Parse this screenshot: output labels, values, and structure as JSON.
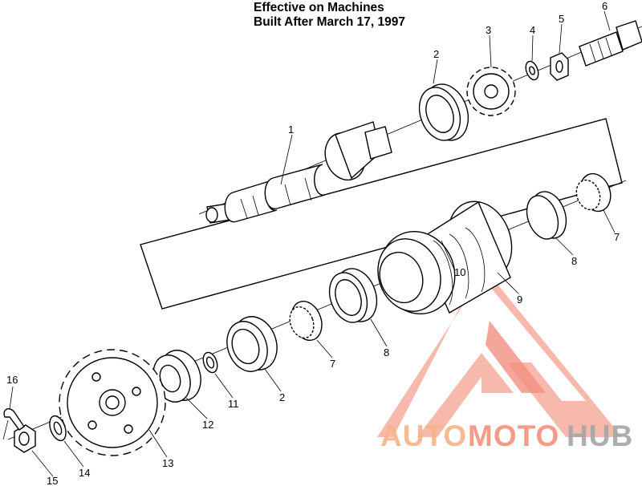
{
  "header": {
    "line1": "Effective on Machines",
    "line2": "Built After March 17, 1997"
  },
  "callouts": {
    "c1": "1",
    "c2a": "2",
    "c2b": "2",
    "c3": "3",
    "c4": "4",
    "c5": "5",
    "c6": "6",
    "c7a": "7",
    "c7b": "7",
    "c8a": "8",
    "c8b": "8",
    "c9": "9",
    "c10": "10",
    "c11": "11",
    "c12": "12",
    "c13": "13",
    "c14": "14",
    "c15": "15",
    "c16": "16"
  },
  "watermark": {
    "part1": "AUTO",
    "part2": "MOTO",
    "part3": "HUB",
    "color_primary": "#f7b08a",
    "color_accent": "#f2897a",
    "color_dark": "#9a9a9a"
  }
}
